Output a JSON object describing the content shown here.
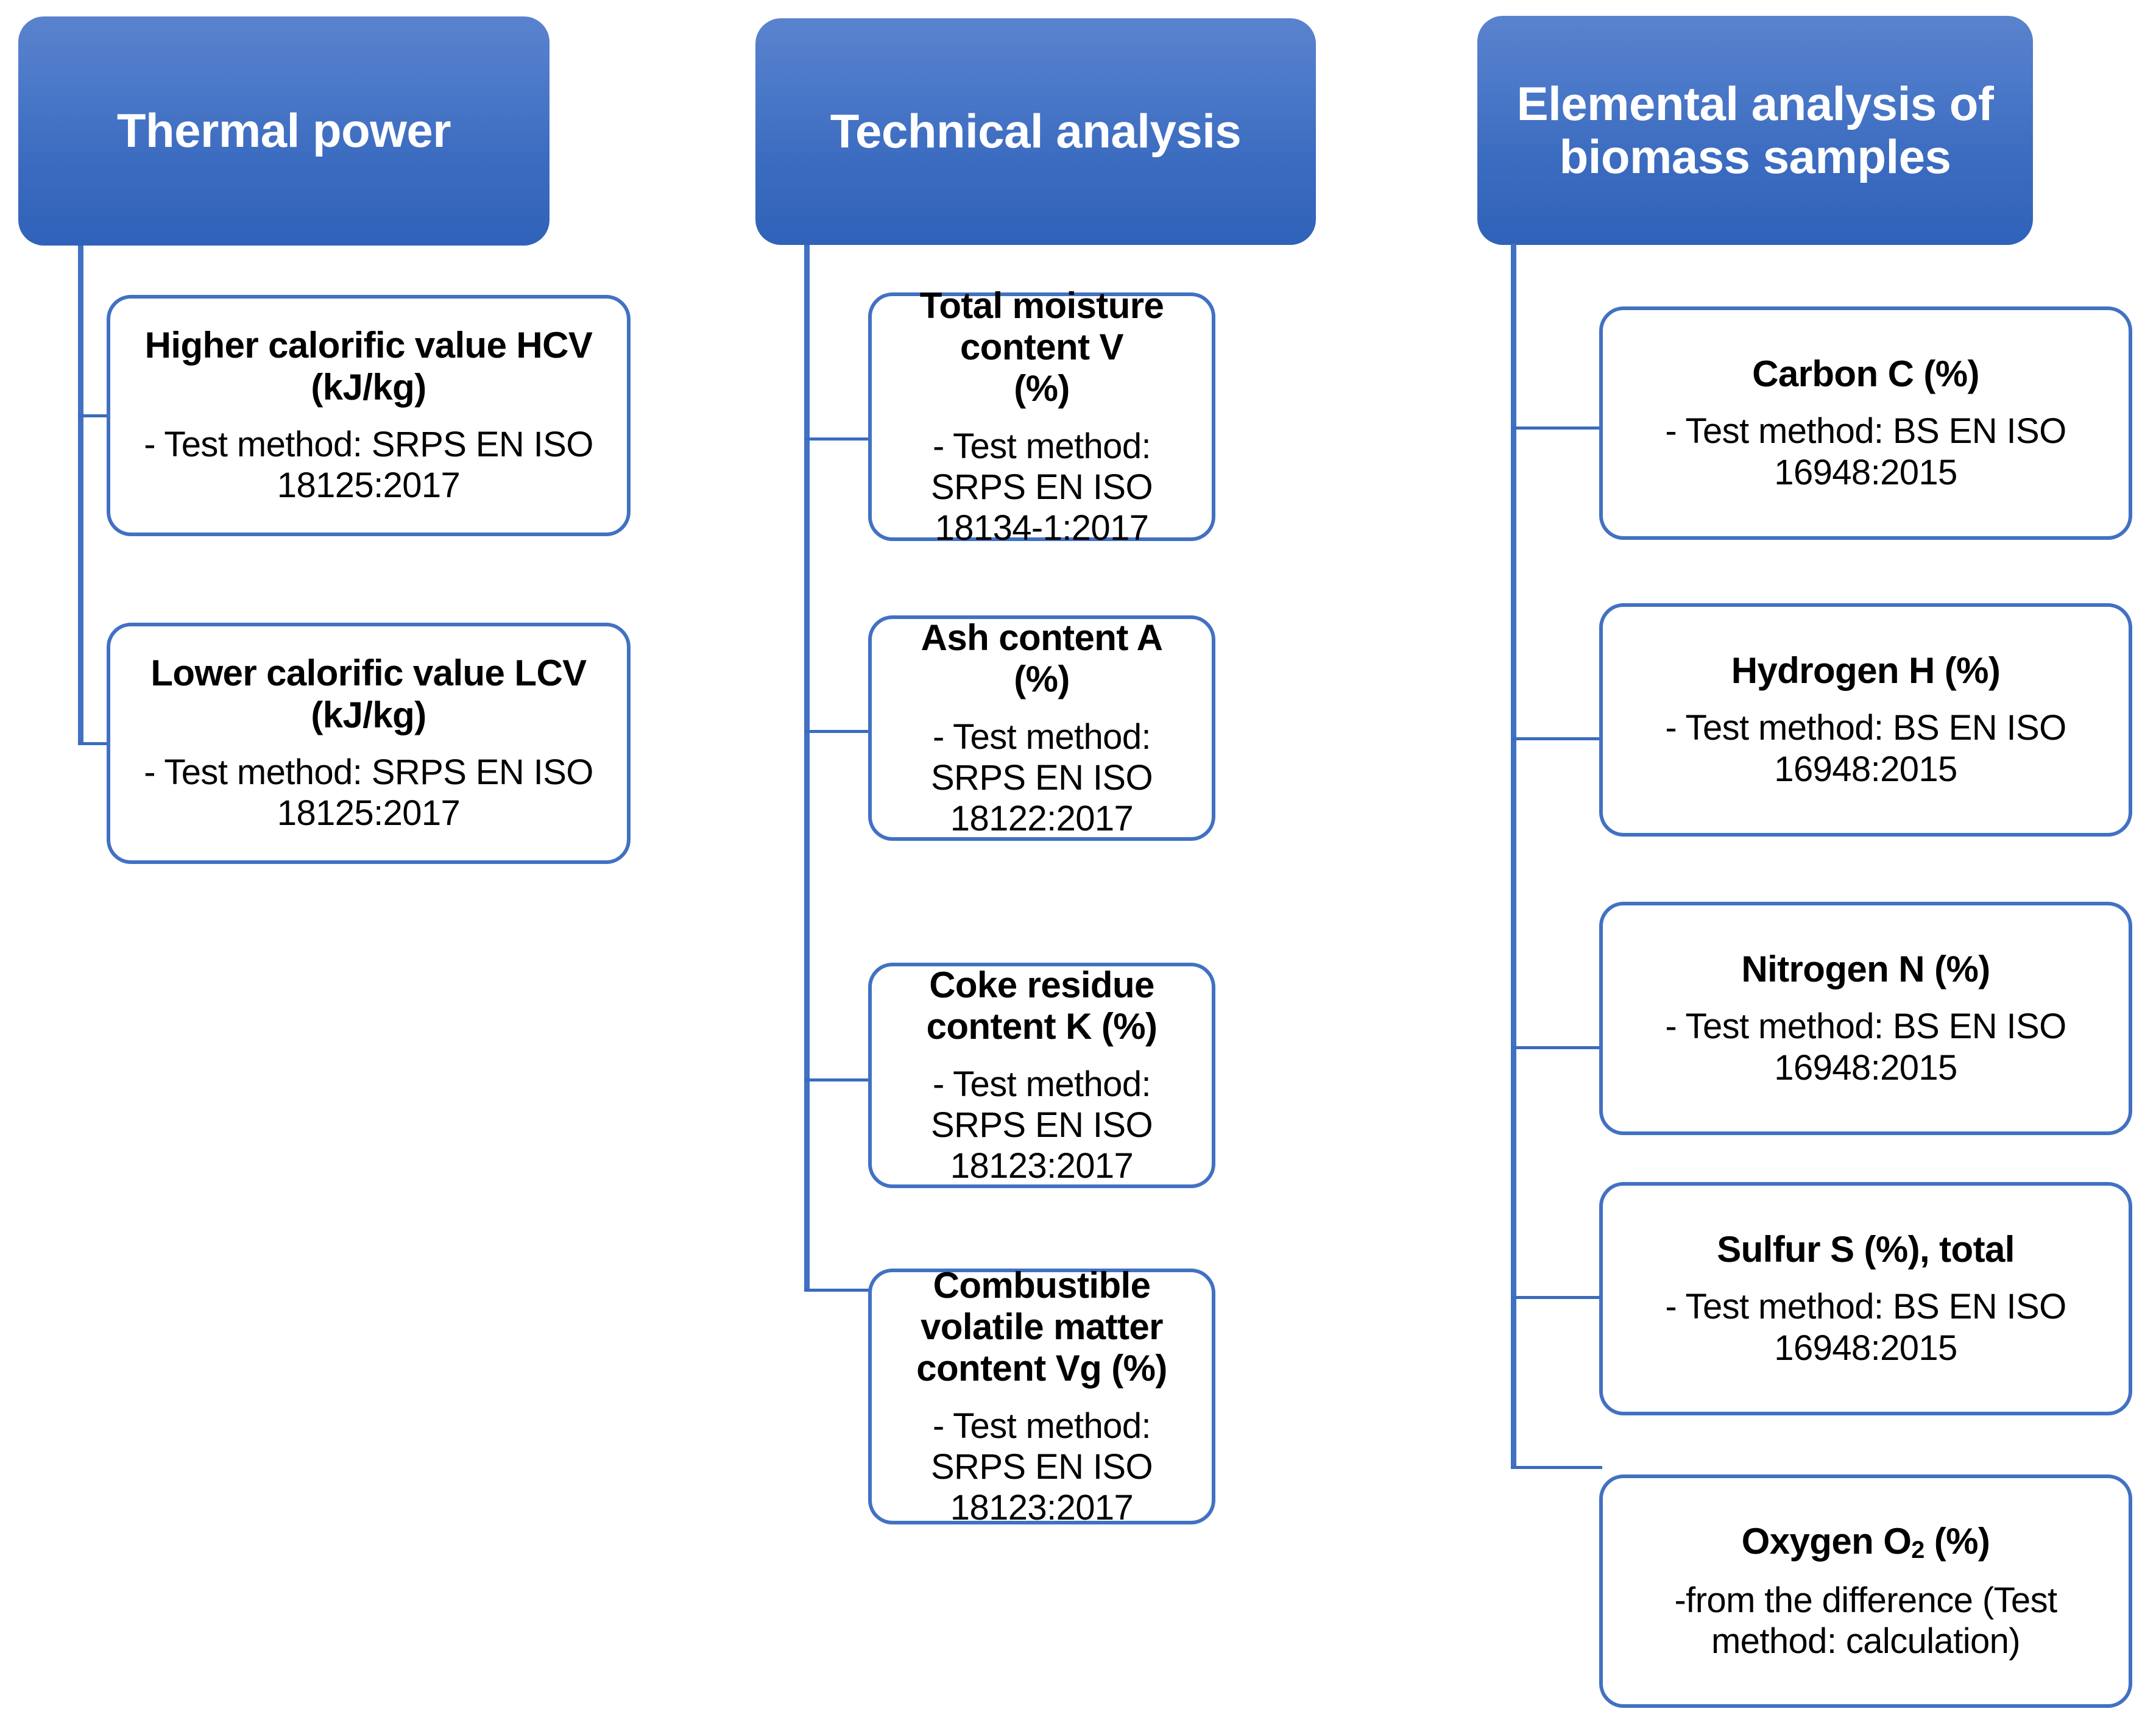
{
  "diagram": {
    "title": "Biomass sample analysis methods",
    "accent_color": "#4171c3",
    "header_gradient_top": "#5a83ce",
    "header_gradient_bottom": "#2f62ba",
    "card_border_color": "#4171c3",
    "background_color": "#ffffff",
    "text_color": "#000000",
    "header_text_color": "#ffffff"
  },
  "columns": [
    {
      "header": "Thermal power",
      "children": [
        {
          "title": "Higher calorific value HCV (kJ/kg)",
          "title_line1": "Higher calorific value HCV",
          "title_line2": "(kJ/kg)",
          "detail": "- Test method: SRPS EN ISO 18125:2017"
        },
        {
          "title": "Lower calorific value LCV (kJ/kg)",
          "title_line1": "Lower calorific value LCV",
          "title_line2": "(kJ/kg)",
          "detail": "- Test method: SRPS EN ISO 18125:2017"
        }
      ]
    },
    {
      "header": "Technical analysis",
      "children": [
        {
          "title": "Total moisture content V (%)",
          "title_line1": "Total moisture content V",
          "title_line2": "(%)",
          "detail": "- Test method: SRPS EN ISO 18134-1:2017"
        },
        {
          "title": "Ash content A (%)",
          "title_line1": "Ash content A (%)",
          "title_line2": "",
          "detail": "- Test method: SRPS EN ISO 18122:2017"
        },
        {
          "title": "Coke residue content K (%)",
          "title_line1": "Coke residue content K (%)",
          "title_line2": "",
          "detail": "- Test method: SRPS EN ISO 18123:2017"
        },
        {
          "title": "Combustible volatile matter content Vg (%)",
          "title_line1": "Combustible volatile matter",
          "title_line2": "content Vg (%)",
          "detail": "- Test method: SRPS EN ISO 18123:2017"
        }
      ]
    },
    {
      "header": "Elemental analysis of biomass samples",
      "header_line1": "Elemental analysis of",
      "header_line2": "biomass samples",
      "children": [
        {
          "title": "Carbon C (%)",
          "title_line1": "Carbon C (%)",
          "title_line2": "",
          "detail": "- Test method: BS EN ISO 16948:2015"
        },
        {
          "title": "Hydrogen H (%)",
          "title_line1": "Hydrogen H (%)",
          "title_line2": "",
          "detail": "- Test method: BS EN ISO 16948:2015"
        },
        {
          "title": "Nitrogen N (%)",
          "title_line1": "Nitrogen N (%)",
          "title_line2": "",
          "detail": "- Test method: BS EN ISO 16948:2015"
        },
        {
          "title": "Sulfur S (%), total",
          "title_line1": "Sulfur S (%), total",
          "title_line2": "",
          "detail": "- Test method: BS EN ISO 16948:2015"
        },
        {
          "title": "Oxygen O2 (%)",
          "title_line1": "Oxygen O",
          "title_sub": "2",
          "title_line2": " (%)",
          "detail": "-from the difference (Test method: calculation)"
        }
      ]
    }
  ]
}
